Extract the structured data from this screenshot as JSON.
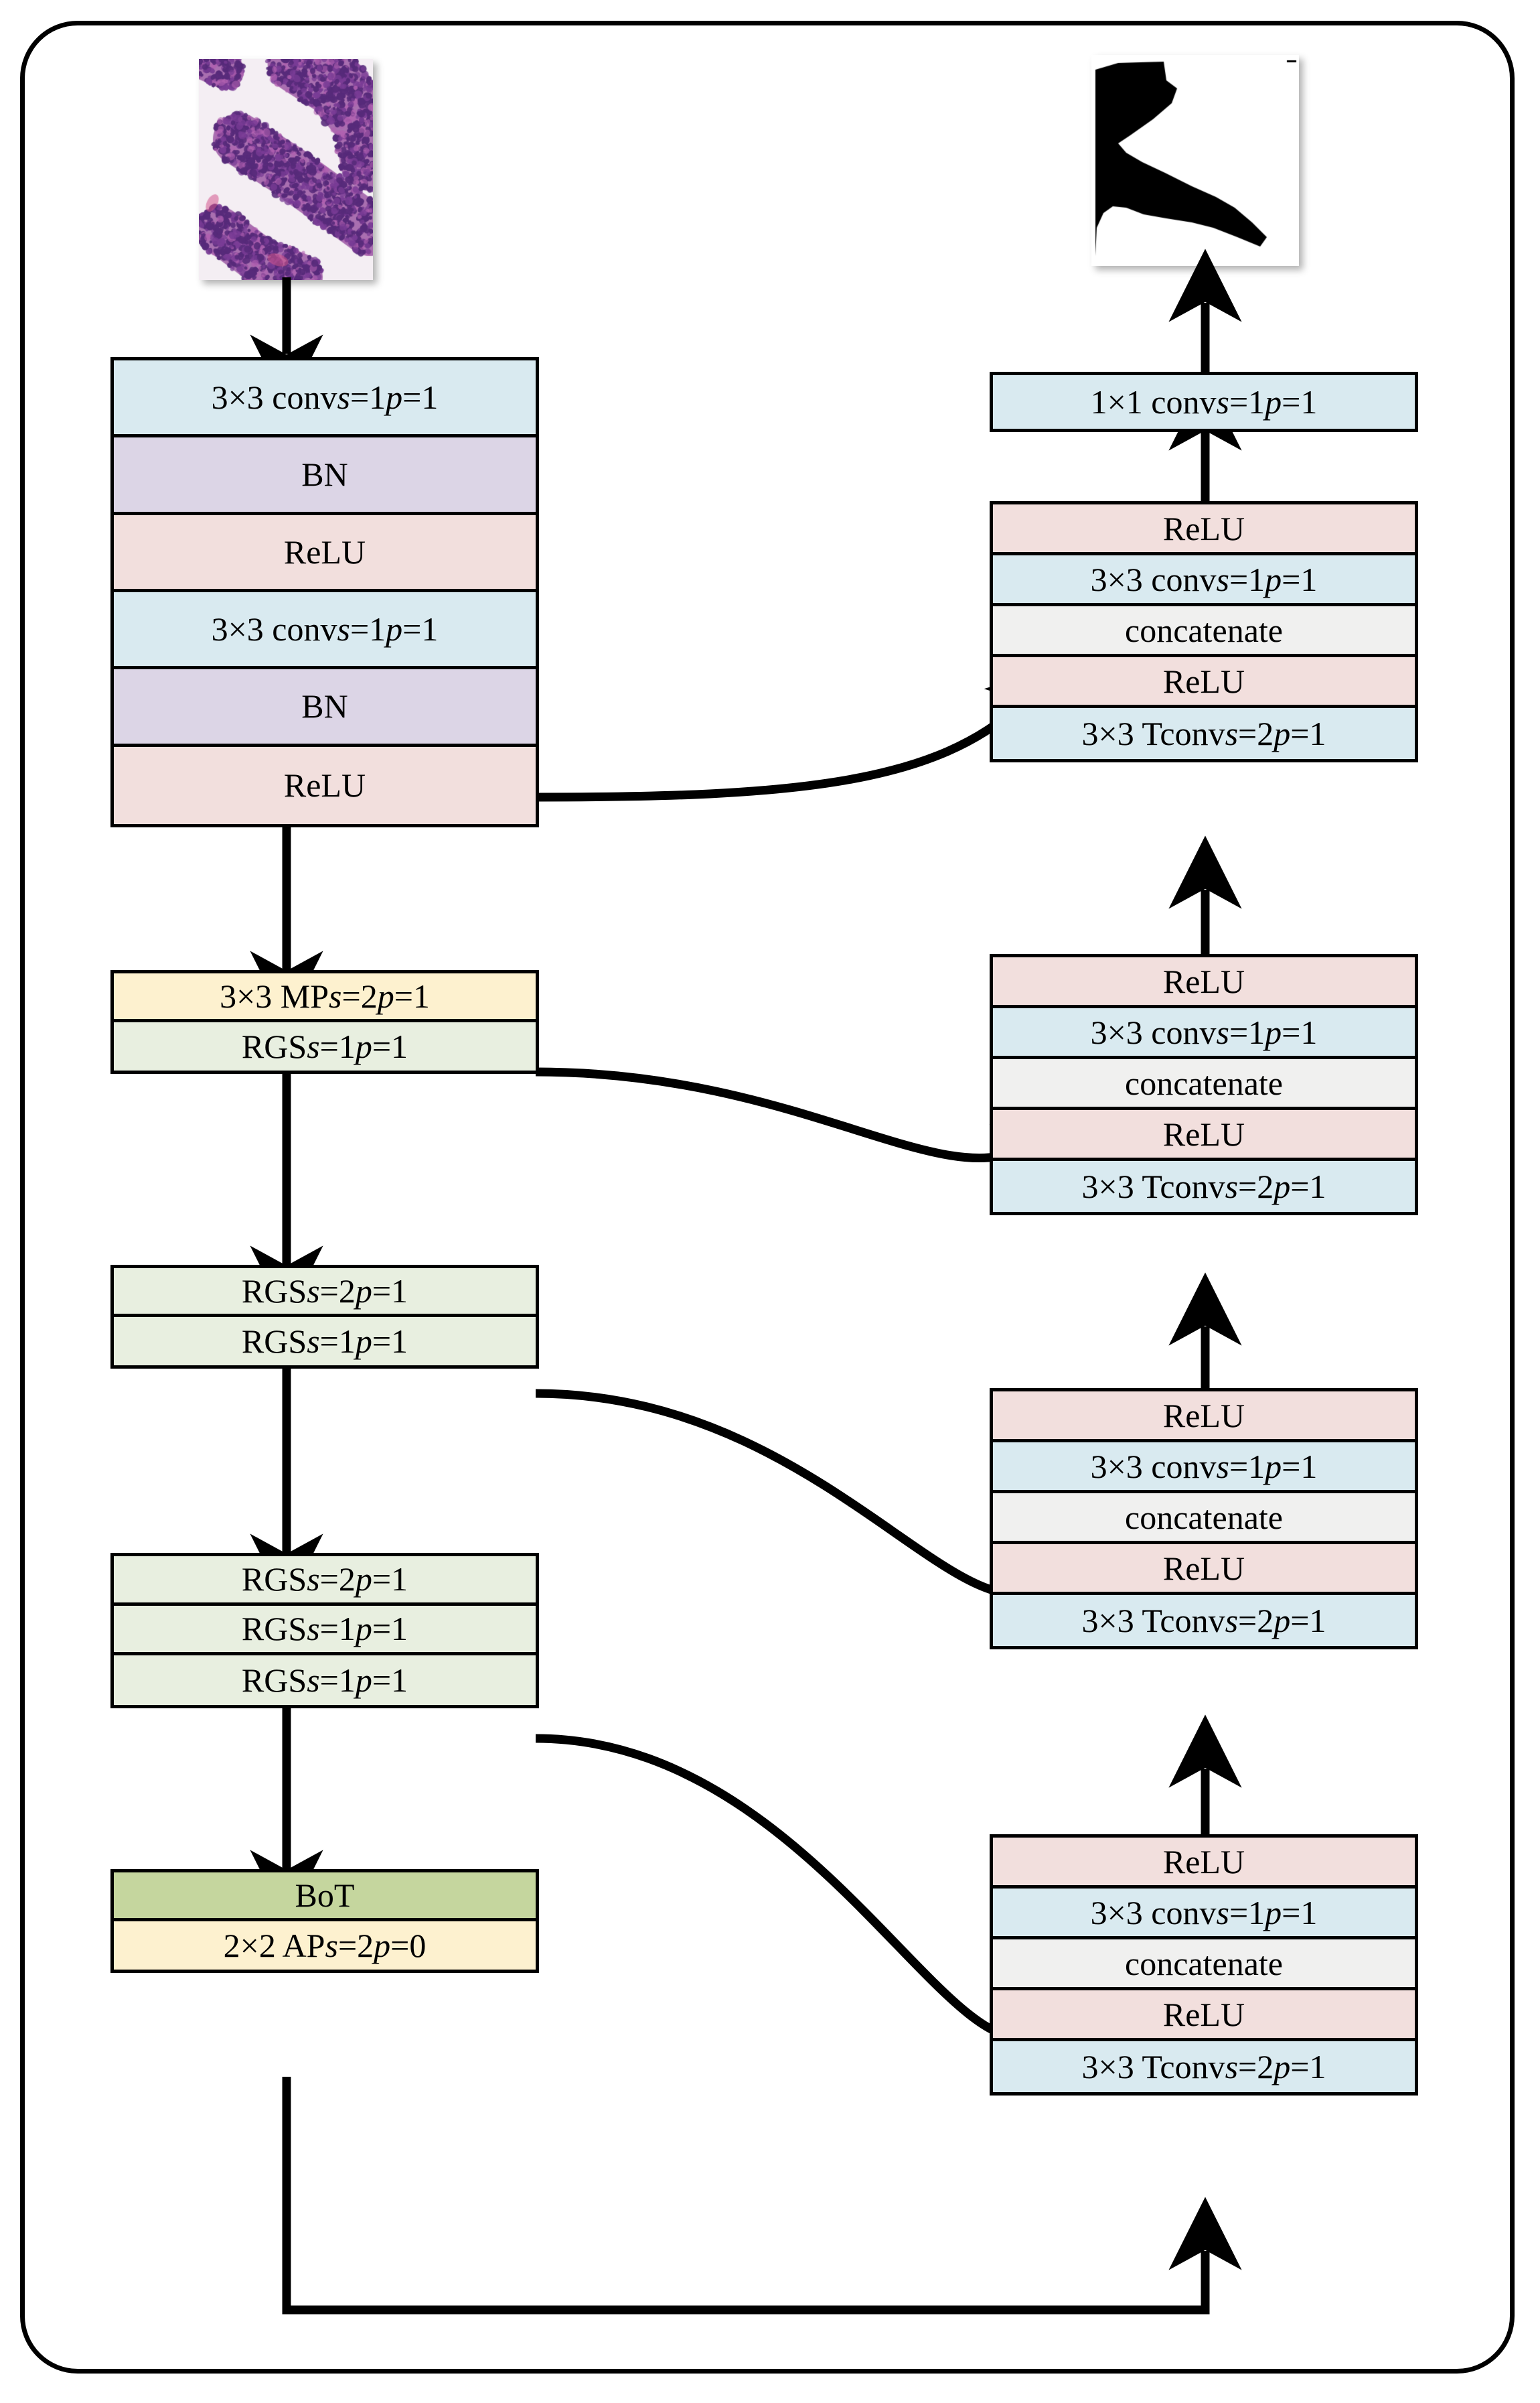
{
  "figure": {
    "kind": "neural-network-architecture-diagram",
    "title": "",
    "description": "Encoder-decoder U-shaped segmentation network with BoT bottleneck and four skip connections"
  },
  "colors": {
    "conv": "#d9eaf0",
    "batchnorm": "#dcd5e6",
    "relu": "#f2dfdd",
    "pooling": "#fdf1cf",
    "rgs": "#e8efe0",
    "bot": "#c5d69e",
    "concatenate": "#f0f0ef",
    "border": "#000000",
    "background": "#ffffff"
  },
  "input_image": {
    "name": "histopathology-input-patch",
    "alt": "H&E stained histopathology tissue patch with purple cellular regions on pale background"
  },
  "output_image": {
    "name": "binary-segmentation-mask",
    "alt": "Binary black and white segmentation mask output"
  },
  "encoder": {
    "blocks": [
      {
        "id": "enc1",
        "rows": [
          {
            "label": "3×3 conv s=1 p=1",
            "type": "conv",
            "name": "conv-3x3-s1-p1"
          },
          {
            "label": "BN",
            "type": "batchnorm",
            "name": "batchnorm"
          },
          {
            "label": "ReLU",
            "type": "relu",
            "name": "relu"
          },
          {
            "label": "3×3 conv s=1 p=1",
            "type": "conv",
            "name": "conv-3x3-s1-p1"
          },
          {
            "label": "BN",
            "type": "batchnorm",
            "name": "batchnorm"
          },
          {
            "label": "ReLU",
            "type": "relu",
            "name": "relu"
          }
        ]
      },
      {
        "id": "enc2",
        "rows": [
          {
            "label": "3×3 MP s=2 p=1",
            "type": "pooling",
            "name": "maxpool-3x3-s2-p1"
          },
          {
            "label": "RGS s=1 p=1",
            "type": "rgs",
            "name": "rgs-s1-p1"
          }
        ]
      },
      {
        "id": "enc3",
        "rows": [
          {
            "label": "RGS s=2 p=1",
            "type": "rgs",
            "name": "rgs-s2-p1"
          },
          {
            "label": "RGS s=1 p=1",
            "type": "rgs",
            "name": "rgs-s1-p1"
          }
        ]
      },
      {
        "id": "enc4",
        "rows": [
          {
            "label": "RGS s=2 p=1",
            "type": "rgs",
            "name": "rgs-s2-p1"
          },
          {
            "label": "RGS s=1 p=1",
            "type": "rgs",
            "name": "rgs-s1-p1"
          },
          {
            "label": "RGS s=1 p=1",
            "type": "rgs",
            "name": "rgs-s1-p1"
          }
        ]
      },
      {
        "id": "enc5",
        "rows": [
          {
            "label": "BoT",
            "type": "bot",
            "name": "bottleneck-transformer"
          },
          {
            "label": "2×2 AP s=2 p=0",
            "type": "pooling",
            "name": "avgpool-2x2-s2-p0"
          }
        ]
      }
    ]
  },
  "decoder": {
    "head": {
      "id": "dec_head",
      "rows": [
        {
          "label": "1×1 conv s=1 p=1",
          "type": "conv",
          "name": "conv-1x1-s1-p1"
        }
      ]
    },
    "blocks": [
      {
        "id": "dec1",
        "rows": [
          {
            "label": "ReLU",
            "type": "relu",
            "name": "relu"
          },
          {
            "label": "3×3 conv s=1 p=1",
            "type": "conv",
            "name": "conv-3x3-s1-p1"
          },
          {
            "label": "concatenate",
            "type": "concatenate",
            "name": "concatenate"
          },
          {
            "label": "ReLU",
            "type": "relu",
            "name": "relu"
          },
          {
            "label": "3×3 Tconv s=2 p=1",
            "type": "conv",
            "name": "transposed-conv-3x3-s2-p1"
          }
        ]
      },
      {
        "id": "dec2",
        "rows": [
          {
            "label": "ReLU",
            "type": "relu",
            "name": "relu"
          },
          {
            "label": "3×3 conv s=1 p=1",
            "type": "conv",
            "name": "conv-3x3-s1-p1"
          },
          {
            "label": "concatenate",
            "type": "concatenate",
            "name": "concatenate"
          },
          {
            "label": "ReLU",
            "type": "relu",
            "name": "relu"
          },
          {
            "label": "3×3 Tconv s=2 p=1",
            "type": "conv",
            "name": "transposed-conv-3x3-s2-p1"
          }
        ]
      },
      {
        "id": "dec3",
        "rows": [
          {
            "label": "ReLU",
            "type": "relu",
            "name": "relu"
          },
          {
            "label": "3×3 conv s=1 p=1",
            "type": "conv",
            "name": "conv-3x3-s1-p1"
          },
          {
            "label": "concatenate",
            "type": "concatenate",
            "name": "concatenate"
          },
          {
            "label": "ReLU",
            "type": "relu",
            "name": "relu"
          },
          {
            "label": "3×3 Tconv s=2 p=1",
            "type": "conv",
            "name": "transposed-conv-3x3-s2-p1"
          }
        ]
      },
      {
        "id": "dec4",
        "rows": [
          {
            "label": "ReLU",
            "type": "relu",
            "name": "relu"
          },
          {
            "label": "3×3 conv s=1 p=1",
            "type": "conv",
            "name": "conv-3x3-s1-p1"
          },
          {
            "label": "concatenate",
            "type": "concatenate",
            "name": "concatenate"
          },
          {
            "label": "ReLU",
            "type": "relu",
            "name": "relu"
          },
          {
            "label": "3×3 Tconv s=2 p=1",
            "type": "conv",
            "name": "transposed-conv-3x3-s2-p1"
          }
        ]
      }
    ]
  },
  "connections": {
    "skips": [
      {
        "name": "skip-connection-1",
        "from": "enc1.relu",
        "to": "dec1.concatenate"
      },
      {
        "name": "skip-connection-2",
        "from": "enc2.rgs-s1-p1",
        "to": "dec2.concatenate"
      },
      {
        "name": "skip-connection-3",
        "from": "enc3.rgs-s1-p1",
        "to": "dec3.concatenate"
      },
      {
        "name": "skip-connection-4",
        "from": "enc4.rgs-s1-p1-last",
        "to": "dec4.concatenate"
      }
    ],
    "main": [
      {
        "name": "input-to-enc1",
        "from": "input-image",
        "to": "enc1"
      },
      {
        "name": "enc1-to-enc2",
        "from": "enc1",
        "to": "enc2"
      },
      {
        "name": "enc2-to-enc3",
        "from": "enc2",
        "to": "enc3"
      },
      {
        "name": "enc3-to-enc4",
        "from": "enc3",
        "to": "enc4"
      },
      {
        "name": "enc4-to-enc5",
        "from": "enc4",
        "to": "enc5"
      },
      {
        "name": "bottleneck-to-dec4",
        "from": "enc5.avgpool",
        "to": "dec4.tconv"
      },
      {
        "name": "dec4-to-dec3",
        "from": "dec4",
        "to": "dec3"
      },
      {
        "name": "dec3-to-dec2",
        "from": "dec3",
        "to": "dec2"
      },
      {
        "name": "dec2-to-dec1",
        "from": "dec2",
        "to": "dec1"
      },
      {
        "name": "dec1-to-head",
        "from": "dec1",
        "to": "dec_head"
      },
      {
        "name": "head-to-output",
        "from": "dec_head",
        "to": "output-image"
      }
    ]
  }
}
